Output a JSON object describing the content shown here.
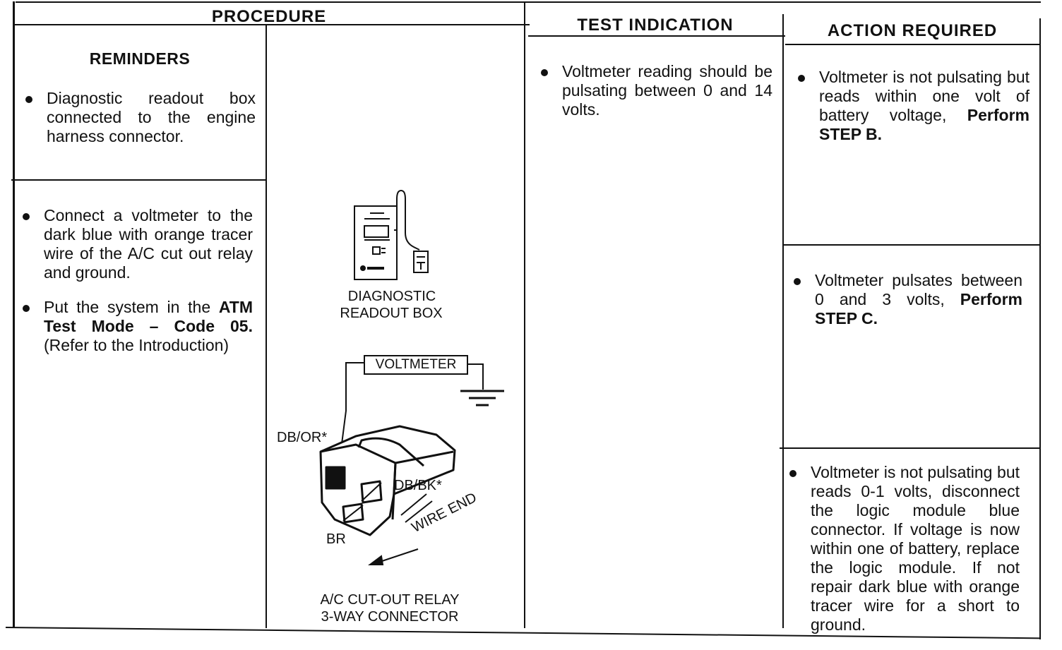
{
  "headers": {
    "procedure": "PROCEDURE",
    "test_indication": "TEST INDICATION",
    "action_required": "ACTION REQUIRED"
  },
  "reminders": {
    "title": "REMINDERS",
    "items": [
      {
        "text": "Diagnostic readout box connected to the engine harness connector."
      }
    ]
  },
  "procedure_steps": [
    {
      "text": "Connect a voltmeter to the dark blue with orange tracer wire of the A/C cut out relay and ground."
    },
    {
      "pre": "Put the system in the ",
      "bold": "ATM Test Mode – Code 05.",
      "post": " (Refer to the Introduction)"
    }
  ],
  "diagram": {
    "readout_box_label_1": "DIAGNOSTIC",
    "readout_box_label_2": "READOUT BOX",
    "voltmeter_label": "VOLTMETER",
    "pin_db_or": "DB/OR*",
    "pin_db_bk": "DB/BK*",
    "pin_br": "BR",
    "wire_end": "WIRE END",
    "connector_label_1": "A/C CUT-OUT RELAY",
    "connector_label_2": "3-WAY CONNECTOR"
  },
  "test_indication": {
    "items": [
      {
        "text": "Voltmeter reading should be pulsating between 0 and 14 volts."
      }
    ]
  },
  "actions": [
    {
      "pre": "Voltmeter is not pulsating but reads within one volt of battery voltage, ",
      "bold": "Perform STEP B."
    },
    {
      "pre": "Voltmeter pulsates between 0 and 3 volts, ",
      "bold": "Perform STEP C."
    },
    {
      "pre": "Voltmeter is not pulsating but reads 0-1 volts, disconnect the logic module blue connector. If voltage is now within one of battery, replace the logic module. If not repair dark blue with orange tracer wire for a short to ground.",
      "bold": ""
    }
  ]
}
